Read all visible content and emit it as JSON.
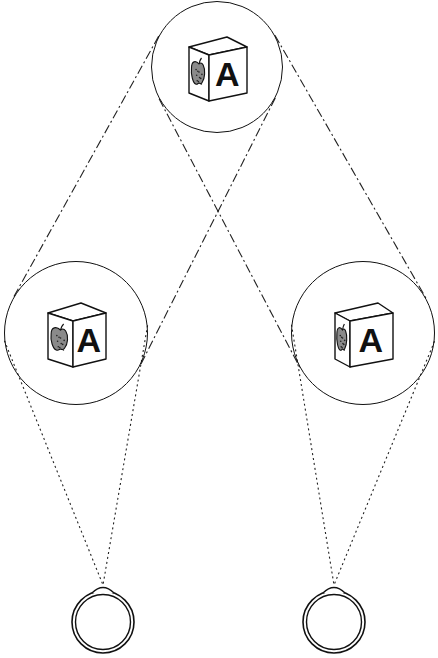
{
  "diagram": {
    "nodes": [
      {
        "text": [
          "A"
        ]
      },
      {
        "text": [
          "A"
        ]
      },
      {
        "text": [
          "A"
        ]
      }
    ],
    "edges": [
      {
        "from": 0,
        "to": 1,
        "arrow": "none"
      },
      {
        "from": 0,
        "to": 2,
        "arrow": "none"
      }
    ]
  }
}
